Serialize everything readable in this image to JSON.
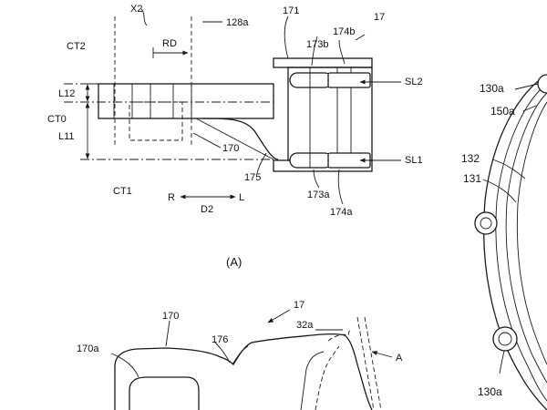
{
  "diagram_a": {
    "labels": {
      "x2": "X2",
      "l128a": "128a",
      "l171": "171",
      "l17": "17",
      "l174b": "174b",
      "l173b": "173b",
      "ct2": "CT2",
      "rd": "RD",
      "sl2": "SL2",
      "l12": "L12",
      "ct0": "CT0",
      "l11": "L11",
      "l170": "170",
      "sl1": "SL1",
      "l175": "175",
      "ct1": "CT1",
      "r": "R",
      "l": "L",
      "d2": "D2",
      "l173a": "173a",
      "l174a": "174a"
    },
    "caption": "(A)"
  },
  "diagram_b": {
    "labels": {
      "l17": "17",
      "l170": "170",
      "l170a": "170a",
      "l176": "176",
      "l32a": "32a",
      "a": "A"
    }
  },
  "diagram_c": {
    "labels": {
      "l130a_top": "130a",
      "l150a": "150a",
      "l132": "132",
      "l131": "131",
      "l130a_bottom": "130a"
    }
  }
}
